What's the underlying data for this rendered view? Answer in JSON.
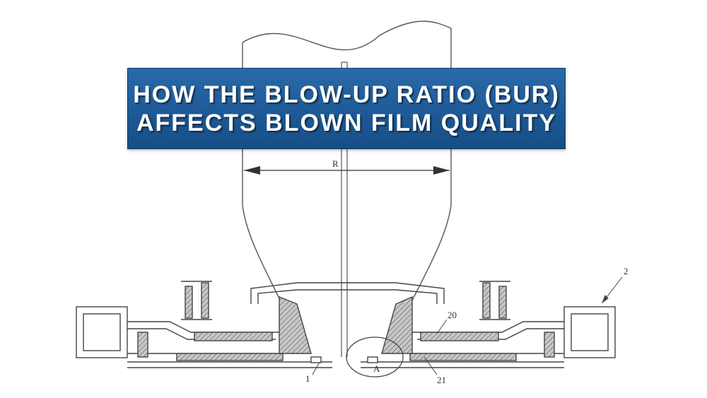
{
  "title": {
    "line1": "HOW THE BLOW-UP RATIO (BUR)",
    "line2": "AFFECTS BLOWN FILM QUALITY"
  },
  "diagram": {
    "labels": {
      "radius": "R",
      "part_1": "1",
      "detail_a": "A",
      "part_2": "2",
      "part_20": "20",
      "part_21": "21"
    }
  },
  "colors": {
    "banner": "#1e5a97",
    "title_text": "#ffffff",
    "line": "#444444",
    "hatch_fill": "#9a9a9a"
  }
}
